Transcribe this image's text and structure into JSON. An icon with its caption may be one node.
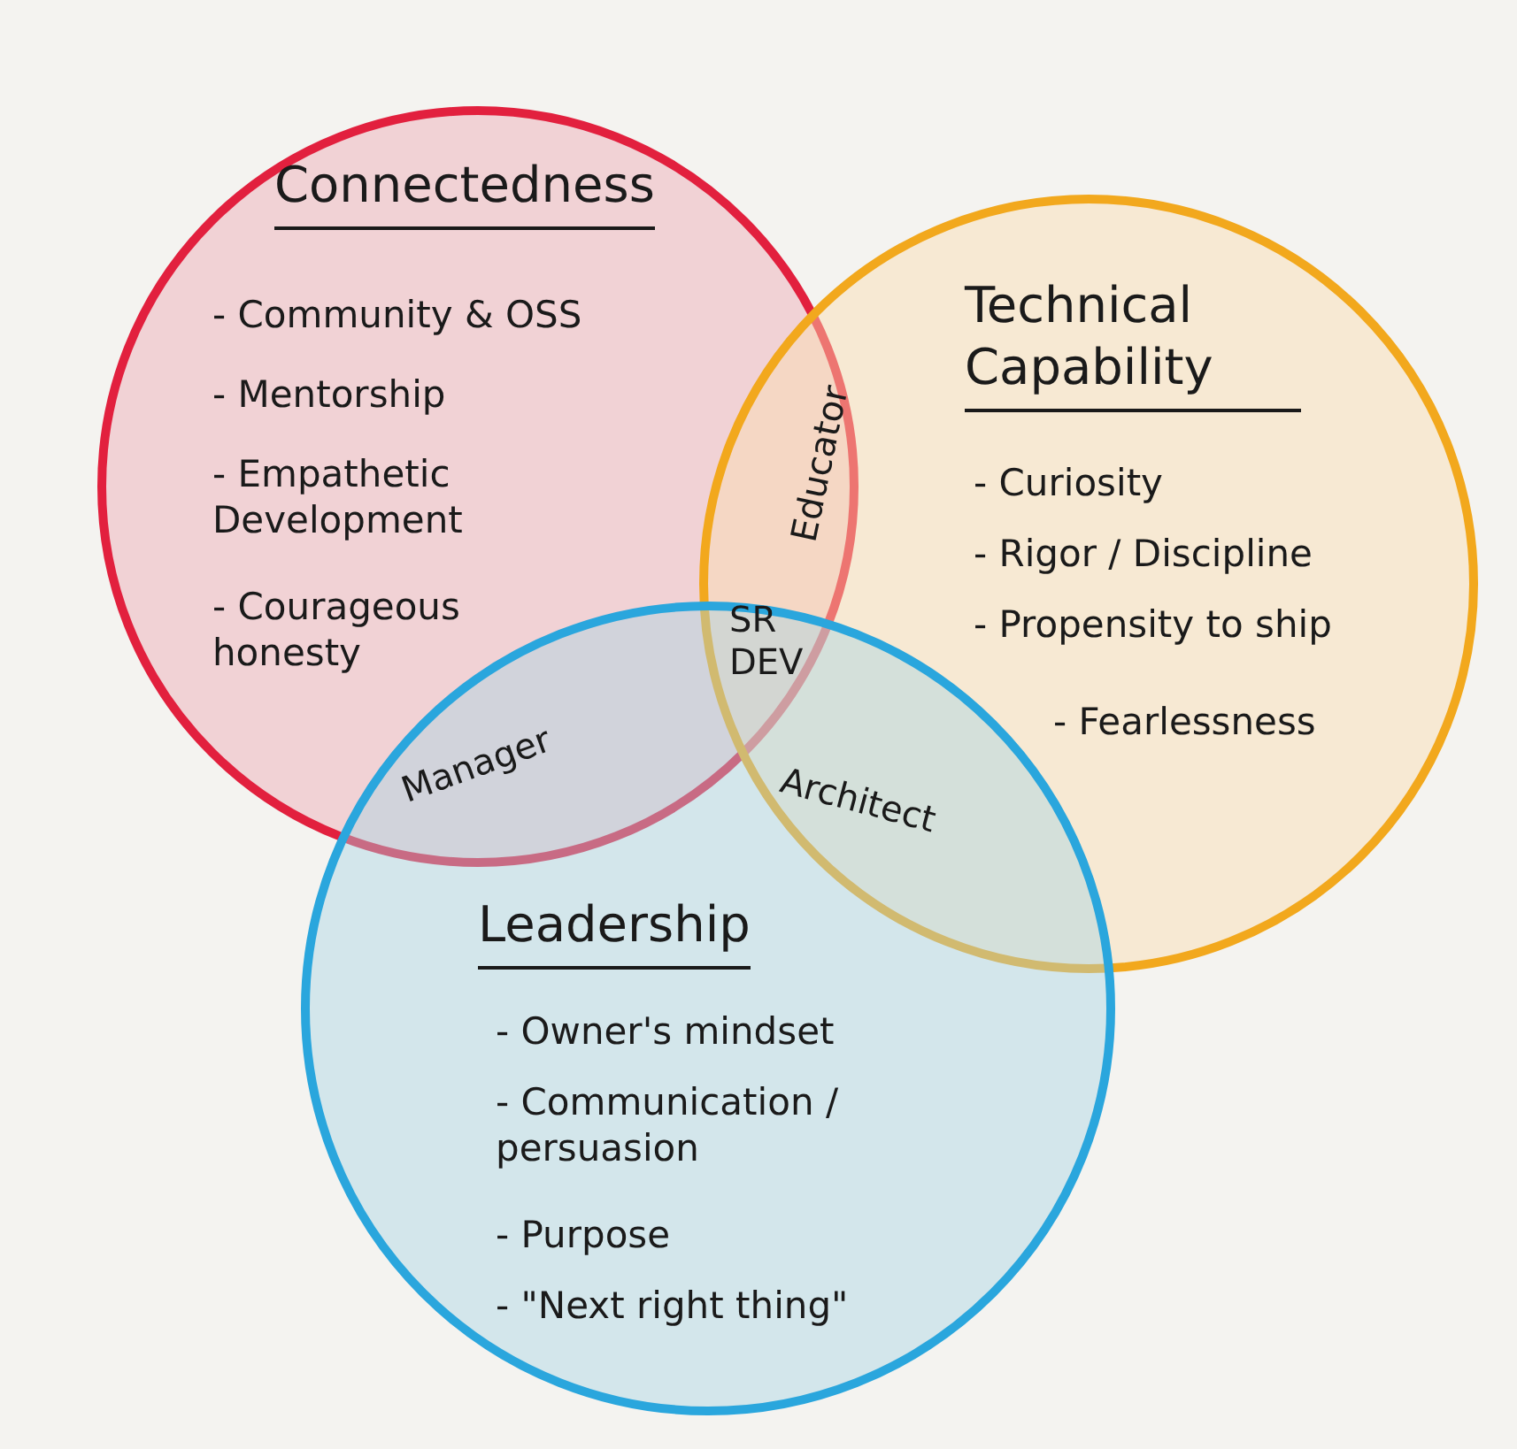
{
  "diagram": {
    "nodes": [
      {
        "text": [
          "Connectedness",
          "- Community & OSS",
          "- Mentorship",
          "- Empathetic Development",
          "- Courageous honesty"
        ]
      },
      {
        "text": [
          "Technical Capability",
          "- Curiosity",
          "- Rigor / Discipline",
          "- Propensity to ship",
          "- Fearlessness"
        ]
      },
      {
        "text": [
          "Leadership",
          "- Owner's mindset",
          "- Communication / persuasion",
          "- Purpose",
          "- \"Next right thing\""
        ]
      }
    ],
    "labels": [
      "Educator",
      "SR DEV",
      "Manager",
      "Architect"
    ]
  }
}
